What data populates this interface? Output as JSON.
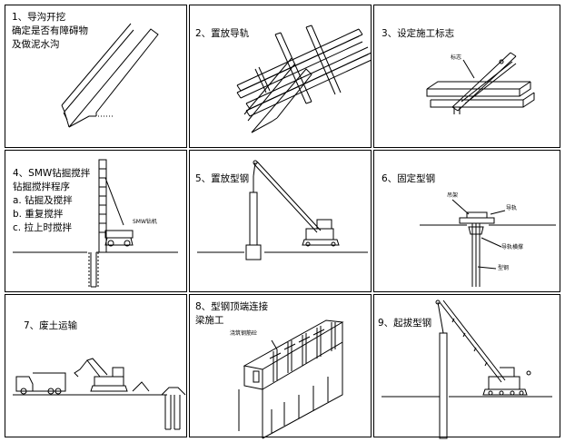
{
  "steps": [
    {
      "lines": [
        "1、导沟开挖",
        "确定是否有障碍物",
        "及做泥水沟"
      ]
    },
    {
      "lines": [
        "2、置放导轨"
      ]
    },
    {
      "lines": [
        "3、设定施工标志"
      ],
      "callouts": [
        "标志"
      ]
    },
    {
      "lines": [
        "4、SMW钻掘搅拌",
        "钻掘搅拌程序",
        "a. 钻掘及搅拌",
        "b. 重复搅拌",
        "c. 拉上时搅拌"
      ],
      "callouts": [
        "SMW钻机"
      ]
    },
    {
      "lines": [
        "5、置放型钢"
      ]
    },
    {
      "lines": [
        "6、固定型钢"
      ],
      "callouts": [
        "吊架",
        "导轨",
        "导轨横撑",
        "型钢"
      ]
    },
    {
      "lines": [
        "7、废土运输"
      ]
    },
    {
      "lines": [
        "8、型钢顶端连接",
        "梁施工"
      ],
      "callouts": [
        "浇筑钢筋砼"
      ]
    },
    {
      "lines": [
        "9、起拔型钢"
      ]
    }
  ]
}
